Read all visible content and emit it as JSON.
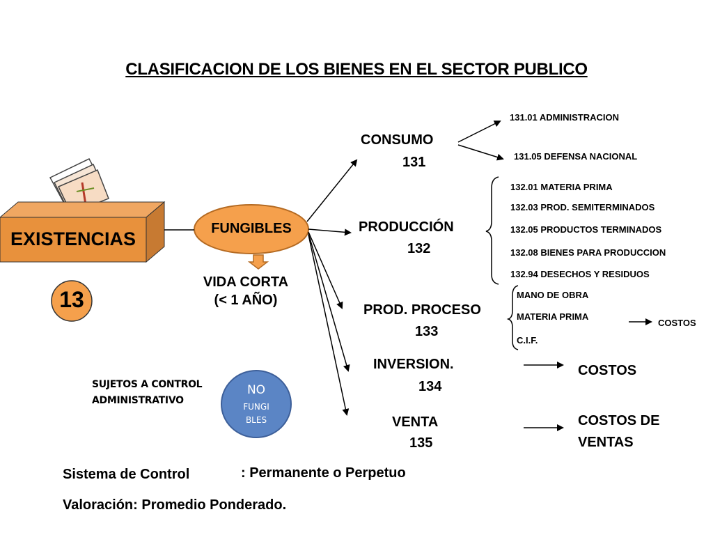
{
  "title": "CLASIFICACION DE LOS BIENES EN EL SECTOR PUBLICO",
  "existencias": {
    "label": "EXISTENCIAS",
    "code": "13"
  },
  "fungibles": {
    "label": "FUNGIBLES",
    "vida_line1": "VIDA CORTA",
    "vida_line2": "(< 1 AÑO)"
  },
  "no_fungibles": {
    "line1": "NO",
    "line2": "FUNGI",
    "line3": "BLES"
  },
  "sujetos": {
    "line1": "SUJETOS A CONTROL",
    "line2": "ADMINISTRATIVO"
  },
  "categories": {
    "consumo": {
      "name": "CONSUMO",
      "code": "131"
    },
    "produccion": {
      "name": "PRODUCCIÓN",
      "code": "132"
    },
    "proceso": {
      "name": "PROD. PROCESO",
      "code": "133"
    },
    "inversion": {
      "name": "INVERSION.",
      "code": "134"
    },
    "venta": {
      "name": "VENTA",
      "code": "135"
    }
  },
  "consumo_items": [
    "131.01 ADMINISTRACION",
    "131.05 DEFENSA NACIONAL"
  ],
  "produccion_items": [
    "132.01 MATERIA PRIMA",
    "132.03 PROD. SEMITERMINADOS",
    "132.05 PRODUCTOS TERMINADOS",
    "132.08 BIENES PARA PRODUCCION",
    "132.94 DESECHOS Y RESIDUOS"
  ],
  "proceso_items": [
    "MANO DE OBRA",
    "MATERIA PRIMA",
    "C.I.F."
  ],
  "proceso_result": "COSTOS",
  "inversion_result": "COSTOS",
  "venta_result": {
    "line1": "COSTOS DE",
    "line2": "VENTAS"
  },
  "footer": {
    "sistema_label": "Sistema de Control",
    "sistema_value": ": Permanente o Perpetuo",
    "valoracion": "Valoración: Promedio Ponderado."
  },
  "colors": {
    "orange": "#f5a04c",
    "blue_circle": "#5b85c5"
  }
}
